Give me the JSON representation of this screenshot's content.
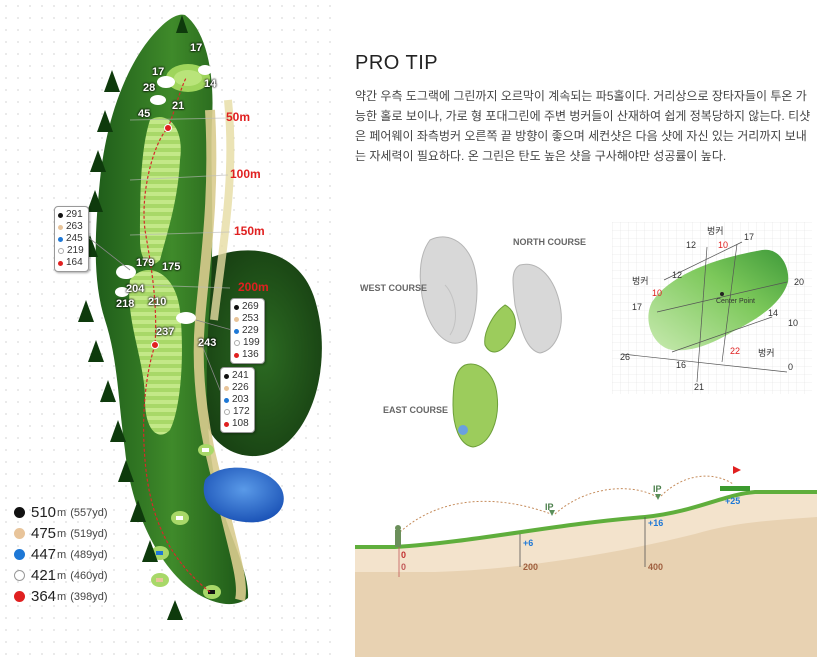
{
  "hole_map": {
    "marker_labels": [
      "17",
      "17",
      "14",
      "28",
      "21",
      "45",
      "179",
      "175",
      "204",
      "218",
      "210",
      "237",
      "243"
    ],
    "distance_markers": [
      "50m",
      "100m",
      "150m",
      "200m"
    ],
    "yardage_cards": [
      {
        "values": [
          "291",
          "263",
          "245",
          "219",
          "164"
        ]
      },
      {
        "values": [
          "269",
          "253",
          "229",
          "199",
          "136"
        ]
      },
      {
        "values": [
          "241",
          "226",
          "203",
          "172",
          "108"
        ]
      }
    ],
    "tee_colors": [
      "#111111",
      "#e8c49a",
      "#1e78d6",
      "#ffffff",
      "#e02020"
    ],
    "tees": [
      {
        "meters": "510",
        "unit": "m",
        "yards": "(557yd)",
        "color": "#111111"
      },
      {
        "meters": "475",
        "unit": "m",
        "yards": "(519yd)",
        "color": "#e8c49a"
      },
      {
        "meters": "447",
        "unit": "m",
        "yards": "(489yd)",
        "color": "#1e78d6"
      },
      {
        "meters": "421",
        "unit": "m",
        "yards": "(460yd)",
        "color": "#ffffff"
      },
      {
        "meters": "364",
        "unit": "m",
        "yards": "(398yd)",
        "color": "#e02020"
      }
    ]
  },
  "pro_tip": {
    "title": "PRO TIP",
    "body": "약간 우측 도그랙에 그린까지 오르막이 계속되는 파5홀이다. 거리상으로 장타자들이 투온 가능한 홀로 보이나, 가로 형 포대그린에 주변 벙커들이 산재하여 쉽게 정복당하지 않는다. 티샷은 페어웨이 좌측벙커 오른쪽 끝 방향이 좋으며 세컨샷은 다음 샷에 자신 있는 거리까지 보내는 자세력이 필요하다. 온 그린은 탄도 높은 샷을 구사해야만 성공률이 높다."
  },
  "course_map": {
    "north": "NORTH COURSE",
    "west": "WEST COURSE",
    "east": "EAST COURSE"
  },
  "green_detail": {
    "bunker": "벙커",
    "center_point": "Center Point",
    "numbers": [
      "12",
      "17",
      "10",
      "12",
      "20",
      "10",
      "17",
      "14",
      "10",
      "22",
      "16",
      "0",
      "26",
      "21"
    ]
  },
  "elevation": {
    "ip": "IP",
    "plus6": "+6",
    "plus16": "+16",
    "plus25": "+25",
    "zero_a": "0",
    "zero_b": "0",
    "d200": "200",
    "d400": "400"
  }
}
